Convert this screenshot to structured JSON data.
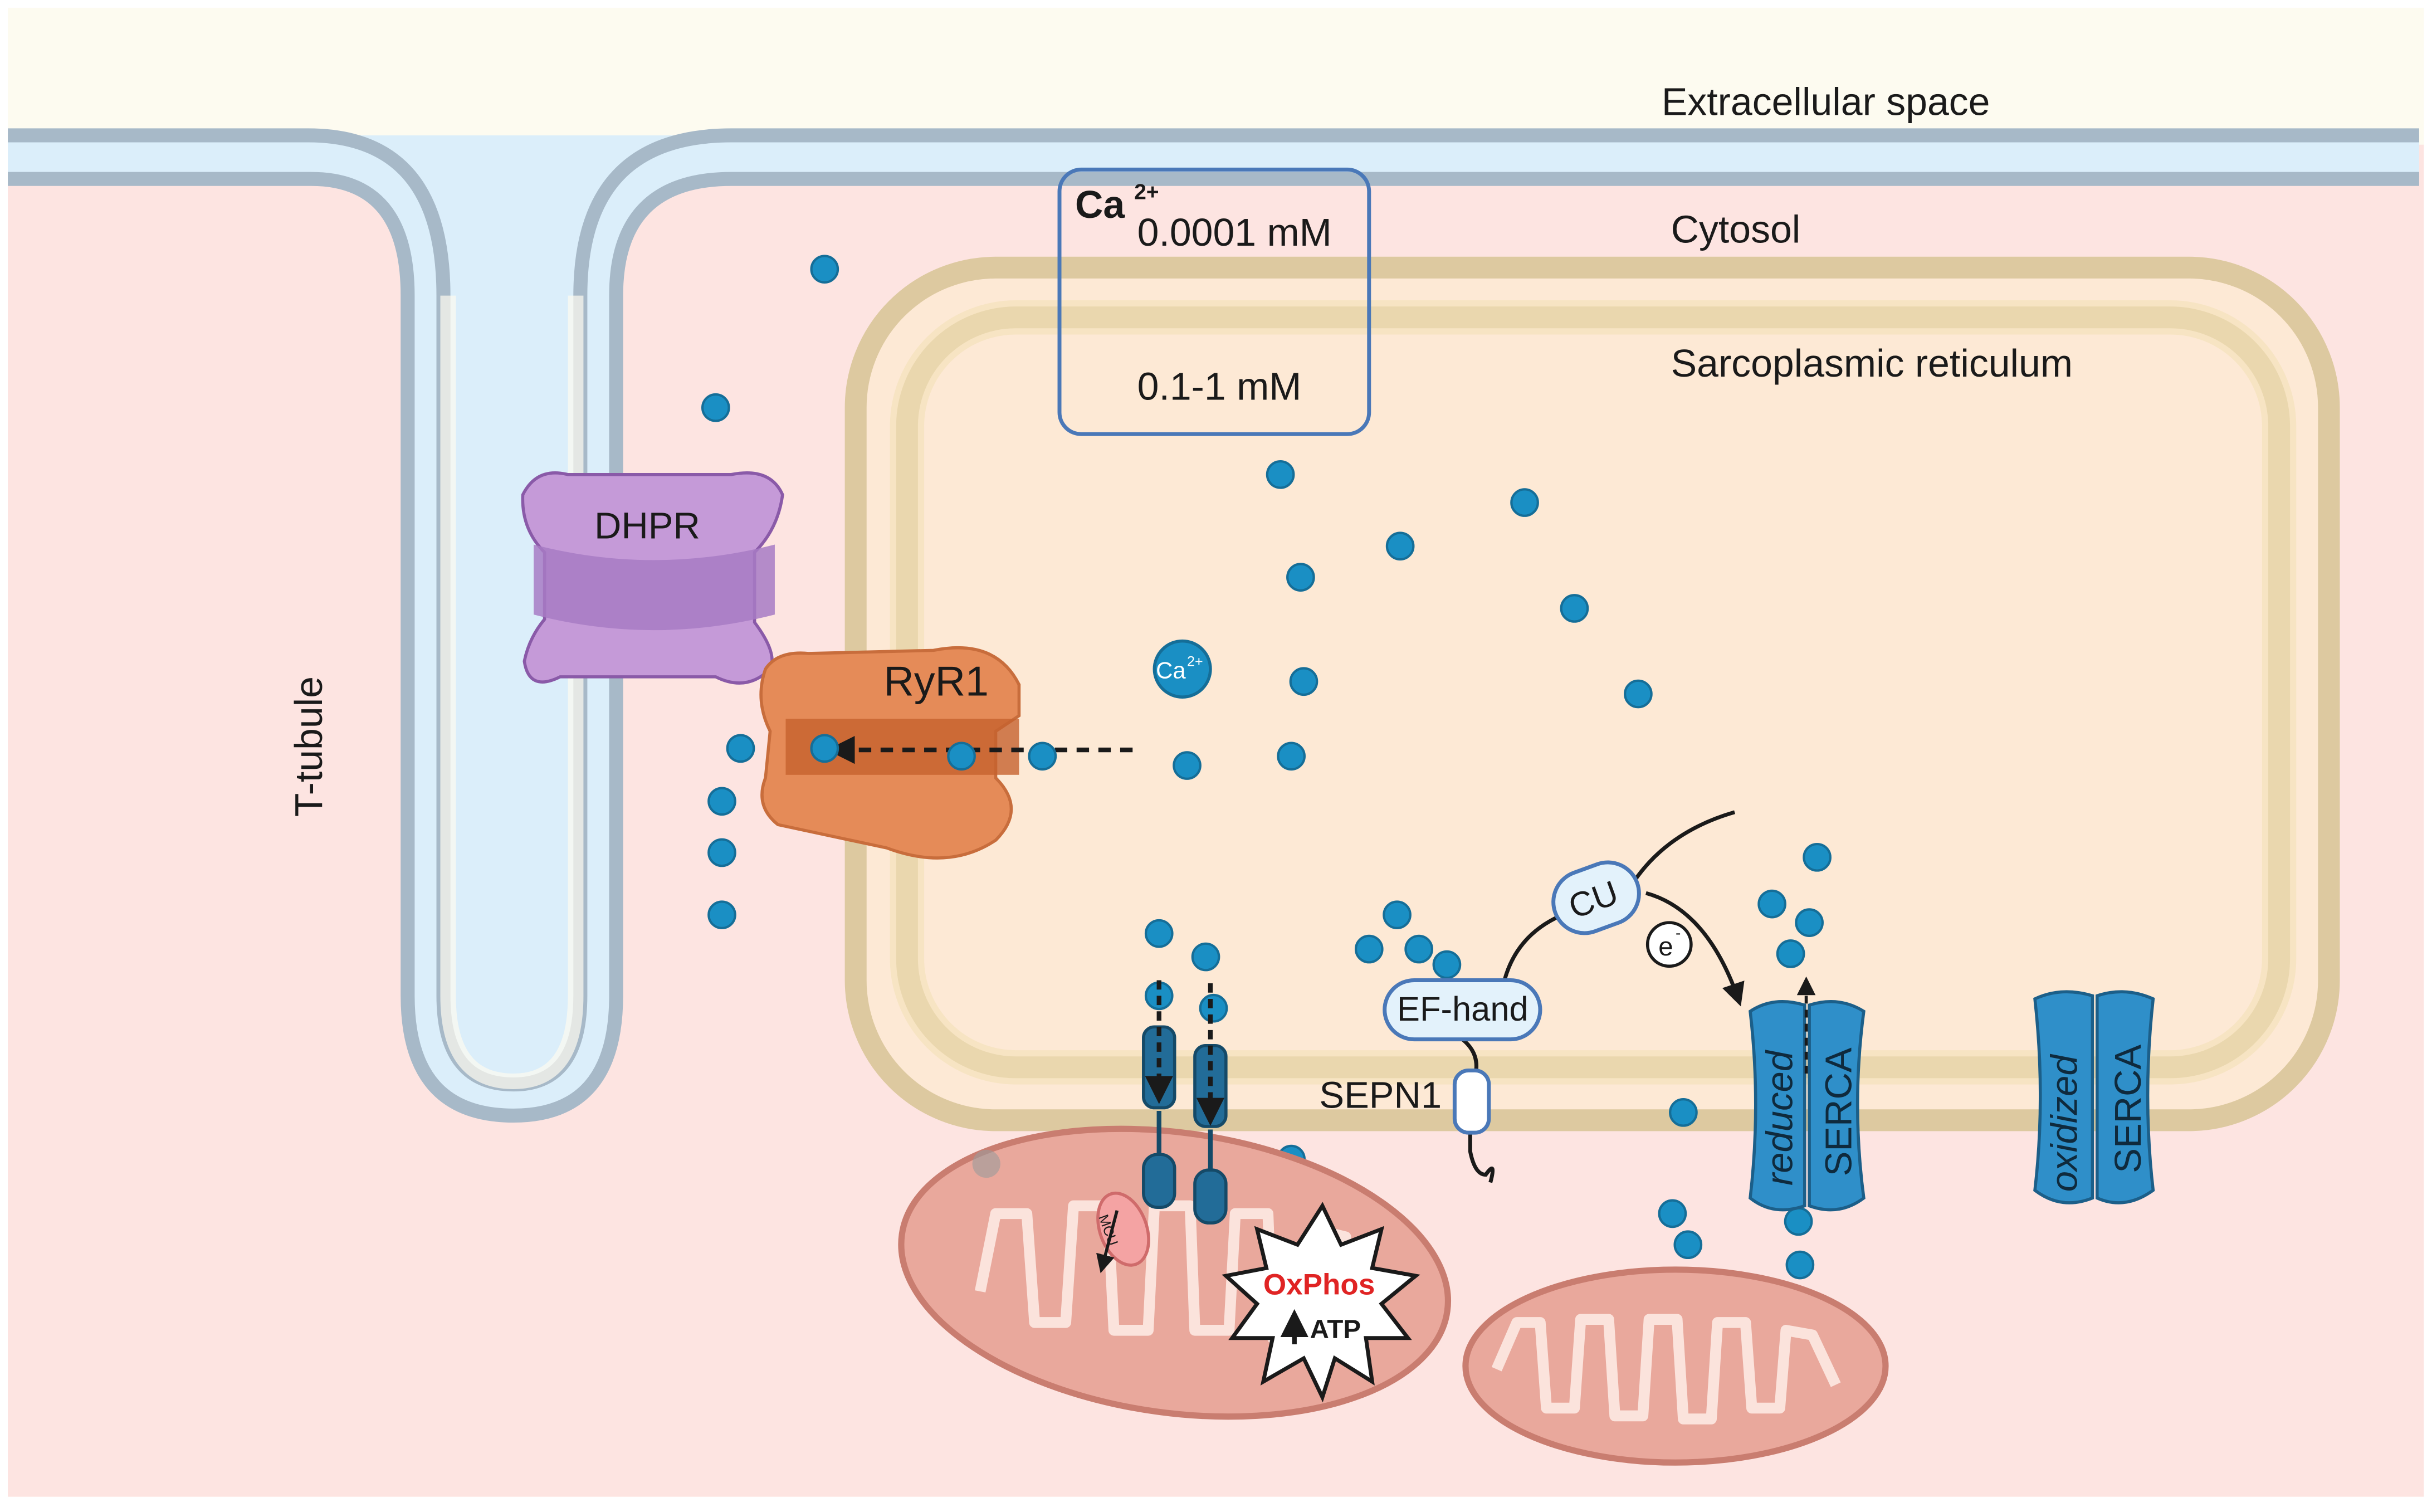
{
  "labels": {
    "extracellular": "Extracellular space",
    "cytosol": "Cytosol",
    "sarcoplasmic_reticulum": "Sarcoplasmic reticulum",
    "t_tubule": "T-tubule",
    "dhpr": "DHPR",
    "ryr1": "RyR1",
    "sepn1": "SEPN1",
    "ef_hand": "EF-hand",
    "cu": "CU",
    "electron": "e",
    "electron_sup": "-",
    "mcu": "MCU",
    "oxphos": "OxPhos",
    "atp": "ATP",
    "serca_reduced_state": "reduced",
    "serca_oxidized_state": "oxidized",
    "serca": "SERCA"
  },
  "ca_box": {
    "ion": "Ca",
    "charge": "2+",
    "cytosol_conc": "0.0001 mM",
    "sr_conc": "0.1-1  mM"
  },
  "legend_ion": {
    "ion": "Ca",
    "charge": "2+"
  },
  "colors": {
    "extracellular_bg": "#fdfbf0",
    "cytosol_bg": "#fde4e1",
    "sr_lumen": "#fde9d5",
    "sr_membrane": "#ddc9a0",
    "plasma_membrane": "#a7b9c8",
    "membrane_core": "#dbeefa",
    "ca_ion": "#1a8fc4",
    "dhpr": "#c59ad8",
    "ryr1": "#e58b58",
    "serca": "#2f8fc9",
    "mitochondrion": "#e9a89c",
    "oxphos_text": "#e02424"
  }
}
